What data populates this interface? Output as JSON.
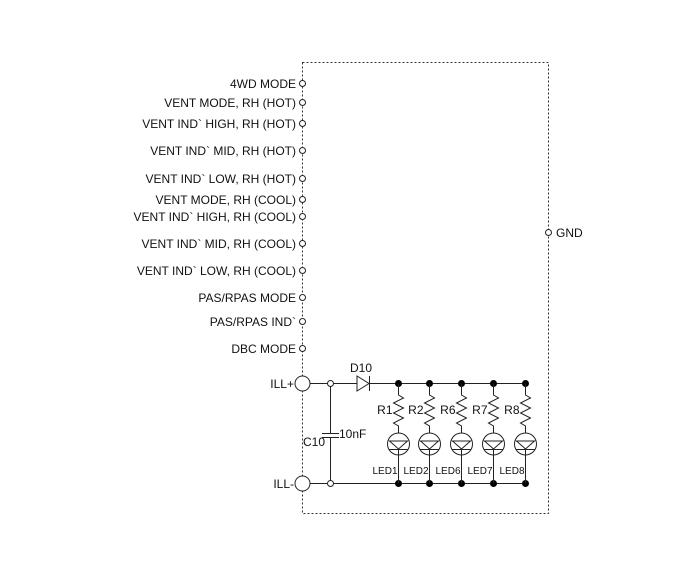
{
  "diagram": {
    "type": "circuit-schematic",
    "module_pins_left": [
      {
        "label": "4WD MODE"
      },
      {
        "label": "VENT MODE, RH (HOT)"
      },
      {
        "label": "VENT IND` HIGH, RH (HOT)"
      },
      {
        "label": "VENT IND` MID, RH (HOT)"
      },
      {
        "label": "VENT IND` LOW, RH (HOT)"
      },
      {
        "label": "VENT MODE, RH (COOL)"
      },
      {
        "label": "VENT IND` HIGH, RH (COOL)"
      },
      {
        "label": "VENT IND` MID, RH (COOL)"
      },
      {
        "label": "VENT IND` LOW, RH (COOL)"
      },
      {
        "label": "PAS/RPAS MODE"
      },
      {
        "label": "PAS/RPAS IND`"
      },
      {
        "label": "DBC MODE"
      }
    ],
    "module_pin_right": {
      "label": "GND"
    },
    "power_pins": {
      "positive": "ILL+",
      "negative": "ILL-"
    },
    "diode": {
      "ref": "D10"
    },
    "capacitor": {
      "ref": "C10",
      "value": "10nF"
    },
    "branches": [
      {
        "resistor": "R1",
        "led": "LED1"
      },
      {
        "resistor": "R2",
        "led": "LED2"
      },
      {
        "resistor": "R6",
        "led": "LED6"
      },
      {
        "resistor": "R7",
        "led": "LED7"
      },
      {
        "resistor": "R8",
        "led": "LED8"
      }
    ]
  }
}
